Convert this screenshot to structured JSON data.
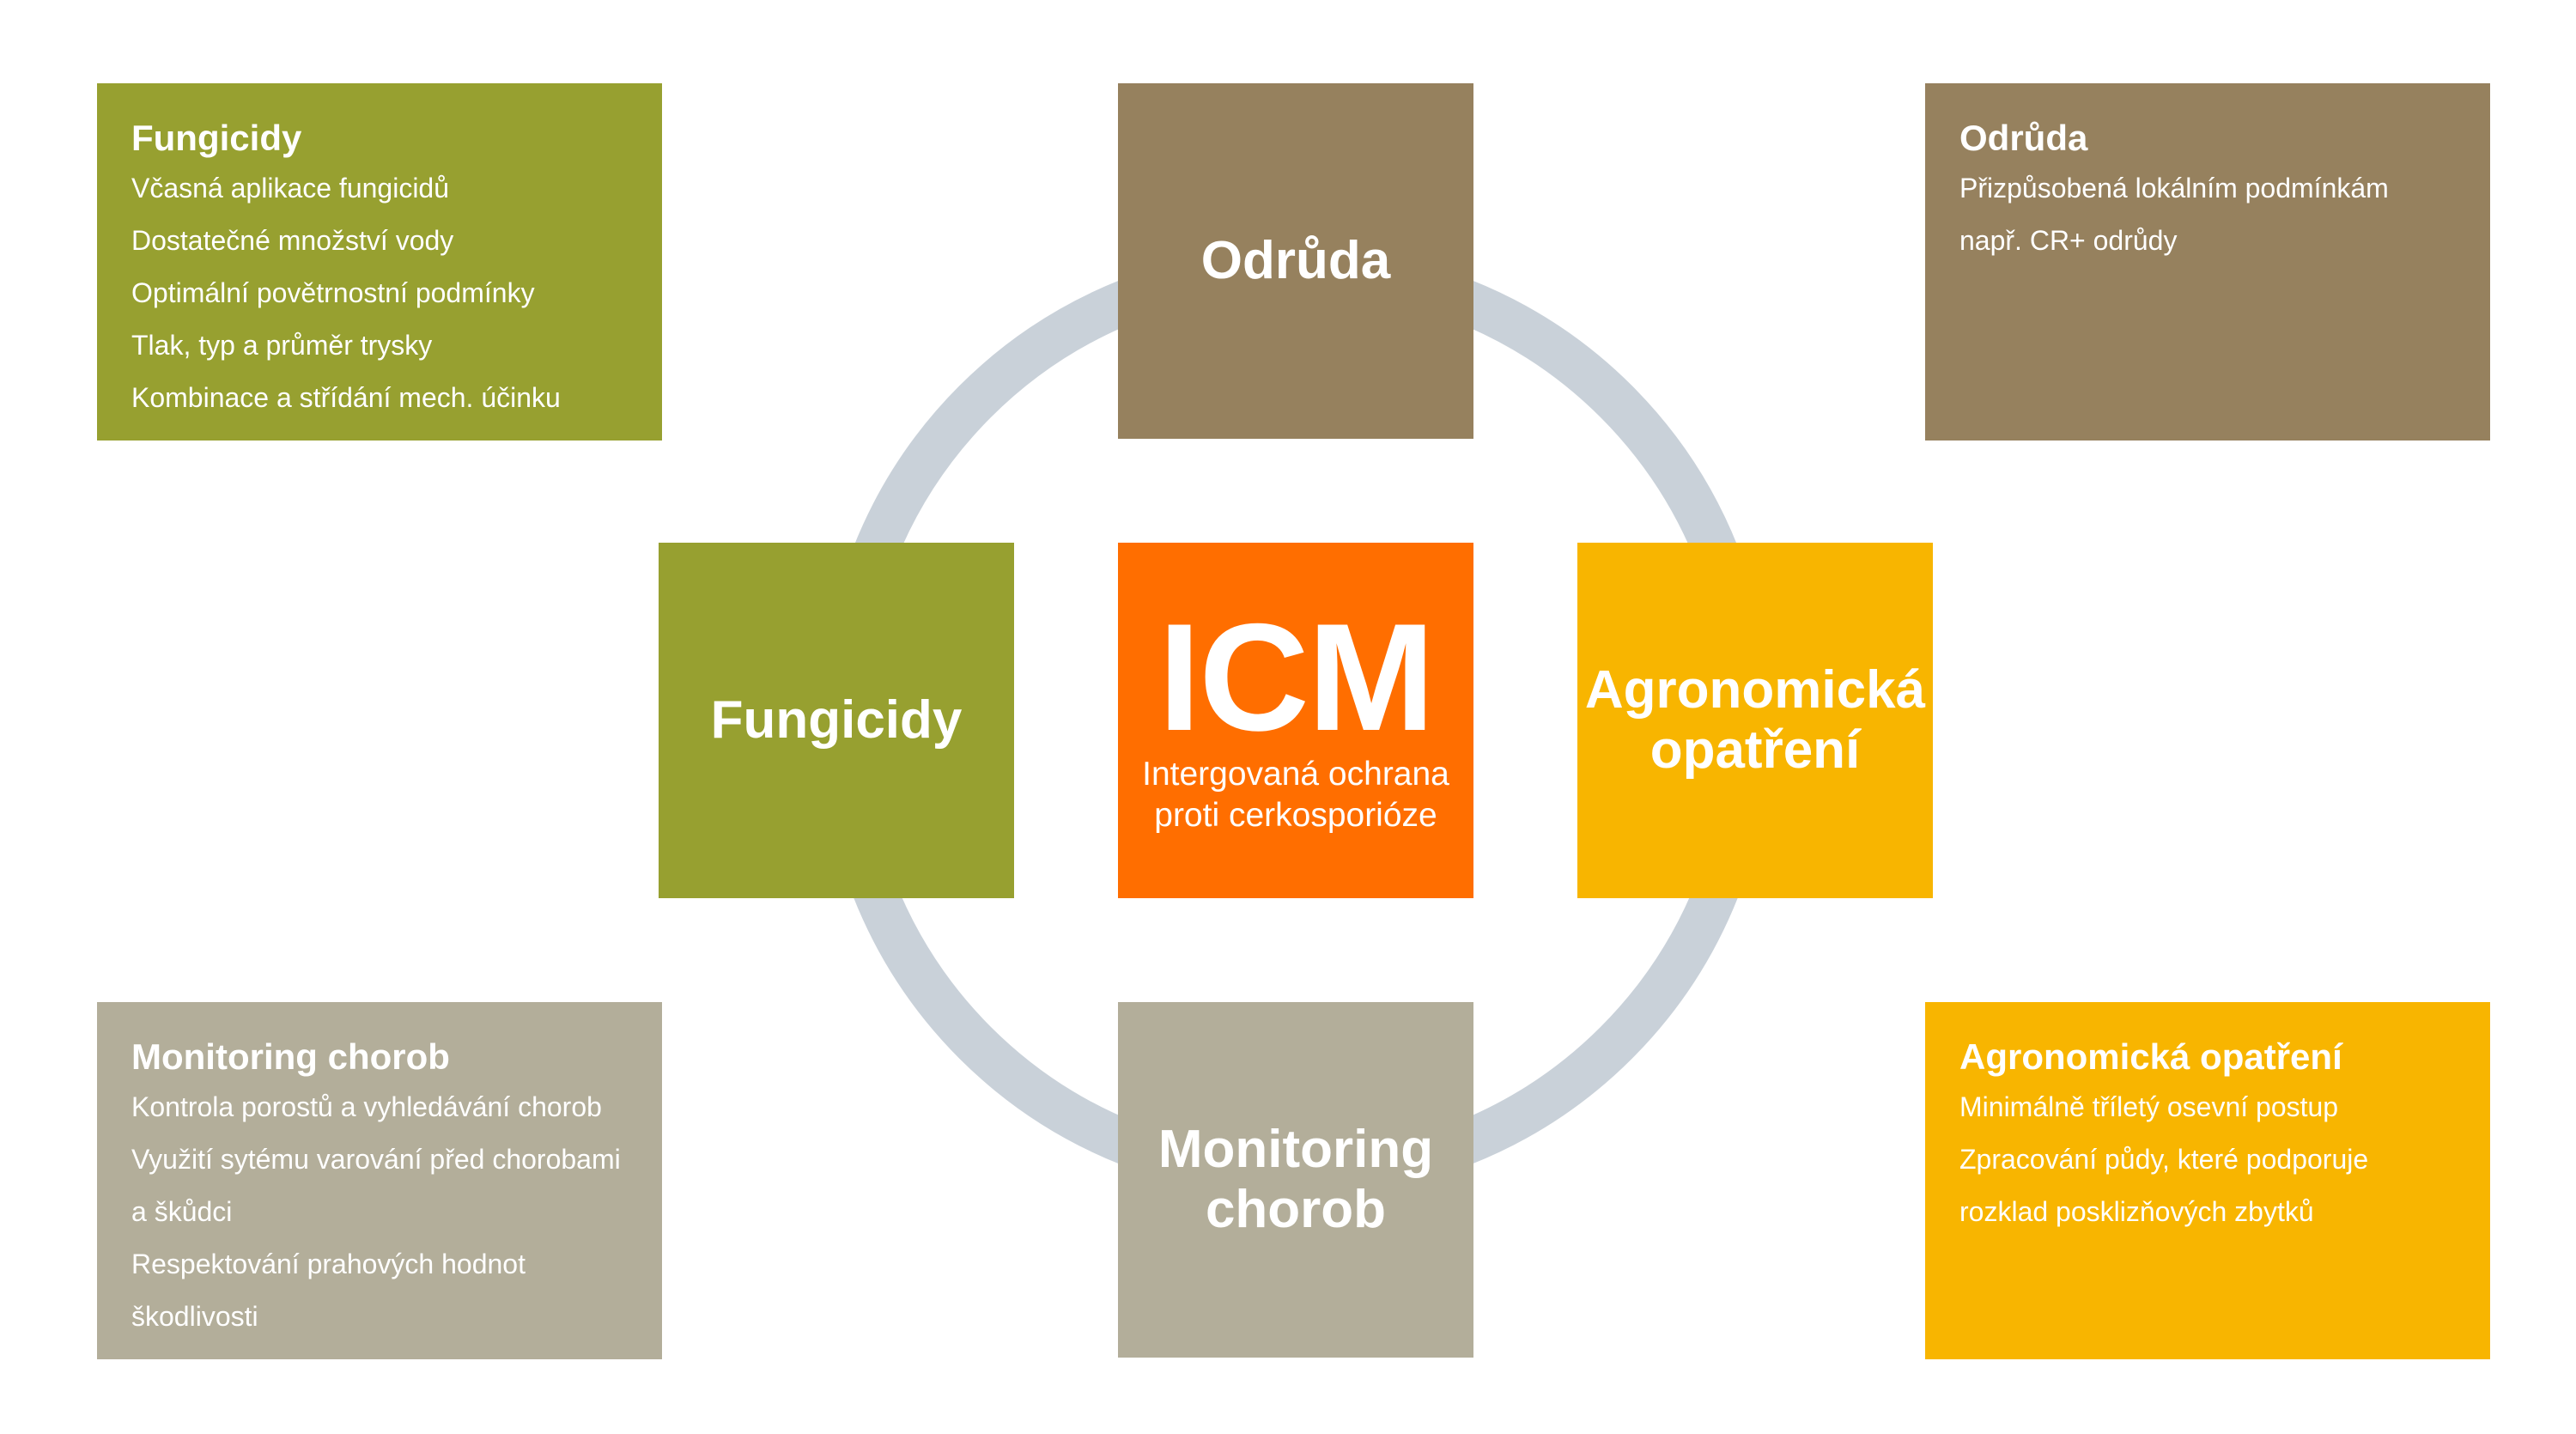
{
  "colors": {
    "olive": "#97a030",
    "brown": "#96815e",
    "amber": "#f8b500",
    "stone": "#b3ae9a",
    "orange": "#ff6e00",
    "ring": "#c9d1d9"
  },
  "center": {
    "title": "ICM",
    "subtitle_line1": "Intergovaná ochrana",
    "subtitle_line2": "proti cerkosporióze"
  },
  "nodes": {
    "top": "Odrůda",
    "left": "Fungicidy",
    "right_line1": "Agronomická",
    "right_line2": "opatření",
    "bottom_line1": "Monitoring",
    "bottom_line2": "chorob"
  },
  "panels": {
    "fungicidy": {
      "title": "Fungicidy",
      "lines": [
        "Včasná aplikace fungicidů",
        "Dostatečné množství vody",
        "Optimální povětrnostní podmínky",
        "Tlak, typ a průměr trysky",
        "Kombinace a střídání mech. účinku"
      ]
    },
    "odruda": {
      "title": "Odrůda",
      "lines": [
        "Přizpůsobená lokálním podmínkám",
        "např. CR+ odrůdy"
      ]
    },
    "monitoring": {
      "title": "Monitoring chorob",
      "lines": [
        "Kontrola porostů a vyhledávání chorob",
        "Využití sytému varování před chorobami",
        "a škůdci",
        "Respektování prahových hodnot",
        "škodlivosti"
      ]
    },
    "agronomicka": {
      "title": "Agronomická opatření",
      "lines": [
        "Minimálně tříletý osevní postup",
        "Zpracování půdy, které podporuje",
        "rozklad posklizňových zbytků"
      ]
    }
  }
}
